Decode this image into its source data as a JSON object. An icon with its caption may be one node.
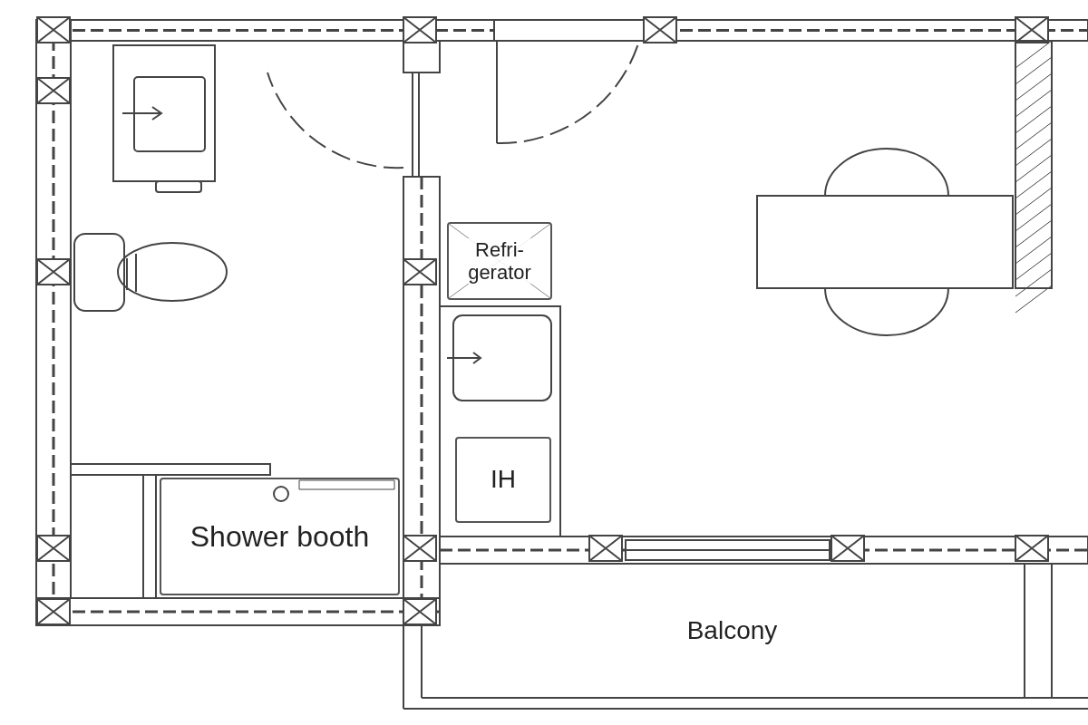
{
  "diagram": {
    "nodes": [
      {
        "text": [
          "Refri- gerator"
        ]
      },
      {
        "text": [
          "IH"
        ]
      },
      {
        "text": [
          "Shower booth"
        ]
      },
      {
        "text": [
          "Balcony"
        ]
      }
    ]
  }
}
